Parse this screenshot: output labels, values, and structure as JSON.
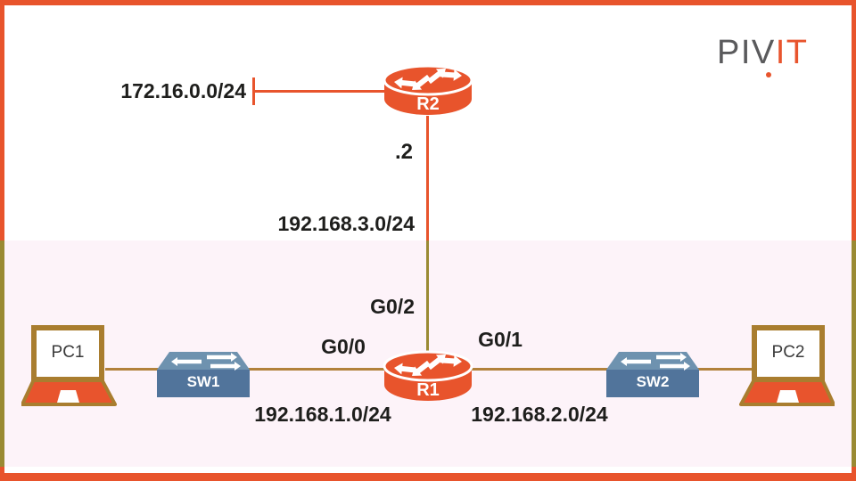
{
  "logo": {
    "part1": "PIV",
    "part2": "IT"
  },
  "devices": {
    "r2": {
      "label": "R2",
      "type": "router"
    },
    "r1": {
      "label": "R1",
      "type": "router"
    },
    "sw1": {
      "label": "SW1",
      "type": "switch"
    },
    "sw2": {
      "label": "SW2",
      "type": "switch"
    },
    "pc1": {
      "label": "PC1",
      "type": "laptop"
    },
    "pc2": {
      "label": "PC2",
      "type": "laptop"
    }
  },
  "labels": {
    "wan_network": "172.16.0.0/24",
    "r2_interface_ip": ".2",
    "r1_r2_link_network": "192.168.3.0/24",
    "r1_port_to_r2": "G0/2",
    "r1_port_left": "G0/0",
    "r1_port_right": "G0/1",
    "lan1_network": "192.168.1.0/24",
    "lan2_network": "192.168.2.0/24"
  },
  "icons": [
    "router-icon",
    "switch-icon",
    "laptop-icon"
  ],
  "colors": {
    "accent_orange": "#E8542C",
    "link_brown": "#B2813B",
    "link_olive": "#9A8A33",
    "switch_top": "#6E92AF",
    "switch_front": "#51749B",
    "band_pink": "#FDF3F9",
    "text": "#1E1E1C",
    "logo_gray": "#5A5A5C"
  }
}
